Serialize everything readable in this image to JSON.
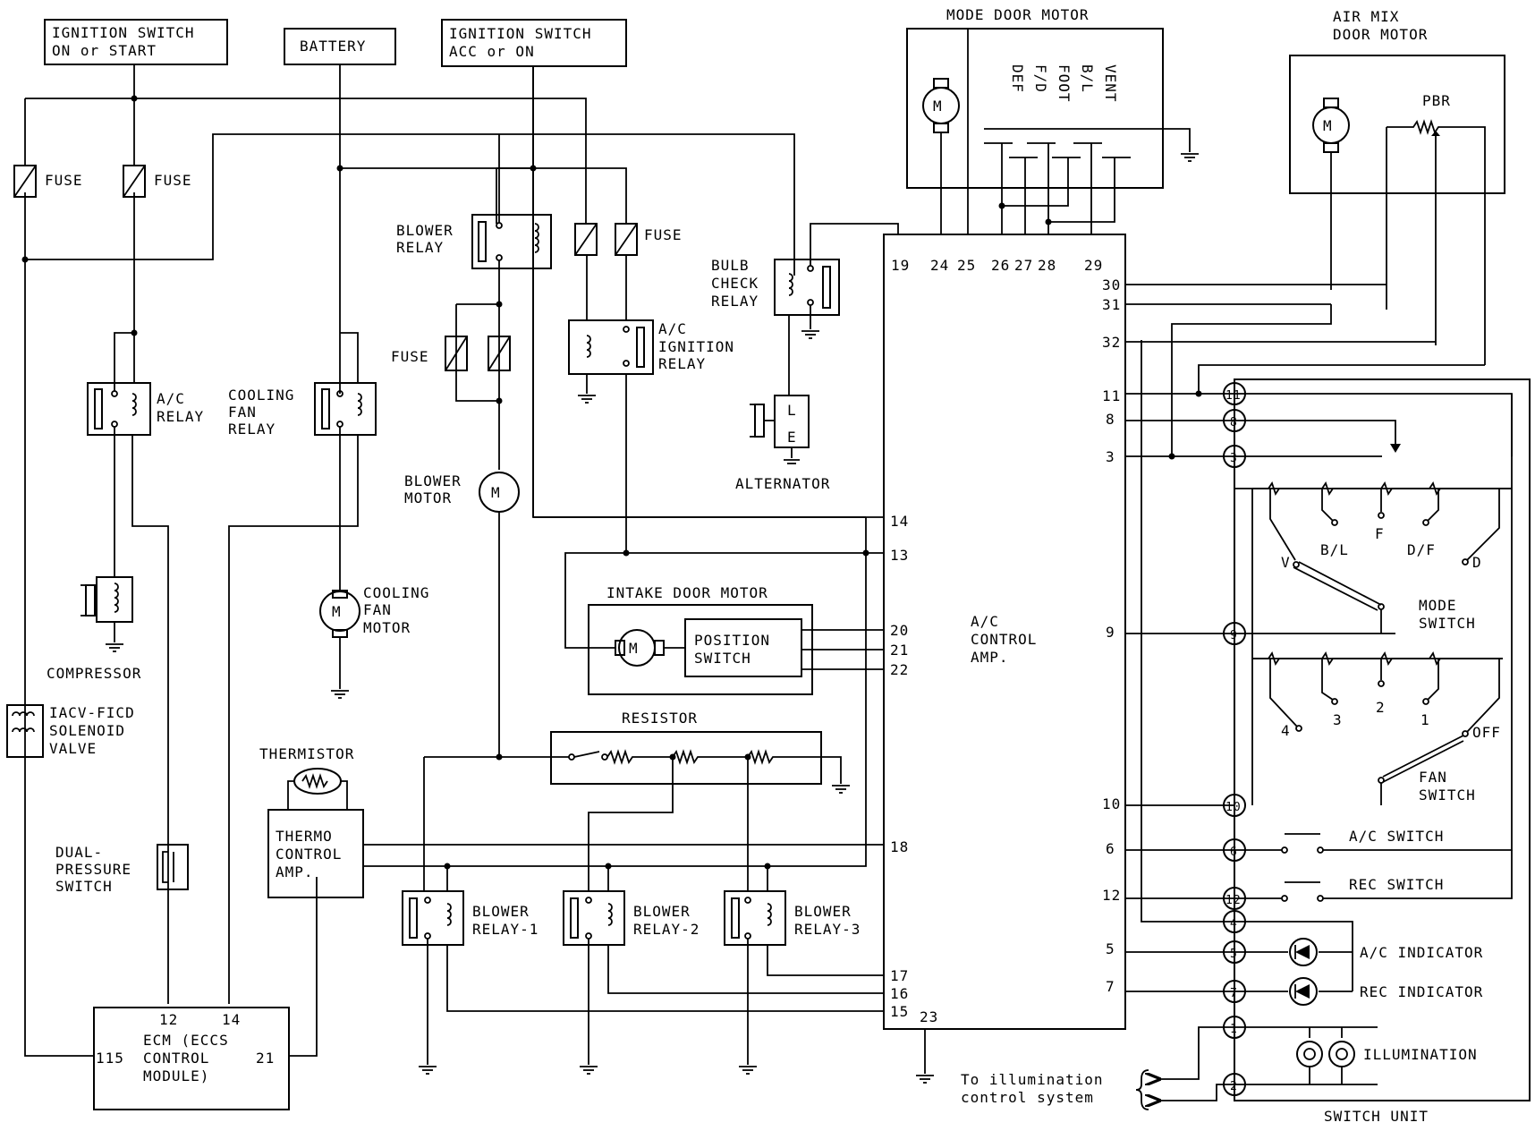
{
  "sources": {
    "ign_start": [
      "IGNITION SWITCH",
      "ON or START"
    ],
    "battery": "BATTERY",
    "ign_acc": [
      "IGNITION SWITCH",
      "ACC or ON"
    ]
  },
  "fuse": "FUSE",
  "blower_relay": [
    "BLOWER",
    "RELAY"
  ],
  "bulb_relay": [
    "BULB",
    "CHECK",
    "RELAY"
  ],
  "ac_ign_relay": [
    "A/C",
    "IGNITION",
    "RELAY"
  ],
  "ac_relay": [
    "A/C",
    "RELAY"
  ],
  "cooling_relay": [
    "COOLING",
    "FAN",
    "RELAY"
  ],
  "alternator": "ALTERNATOR",
  "alt_L": "L",
  "alt_E": "E",
  "blower_motor": [
    "BLOWER",
    "MOTOR"
  ],
  "compressor": "COMPRESSOR",
  "cooling_motor": [
    "COOLING",
    "FAN",
    "MOTOR"
  ],
  "intake_motor": "INTAKE DOOR MOTOR",
  "position_switch": [
    "POSITION",
    "SWITCH"
  ],
  "iacv": [
    "IACV-FICD",
    "SOLENOID",
    "VALVE"
  ],
  "dual_pressure": [
    "DUAL-",
    "PRESSURE",
    "SWITCH"
  ],
  "thermistor": "THERMISTOR",
  "thermo_amp": [
    "THERMO",
    "CONTROL",
    "AMP."
  ],
  "resistor": "RESISTOR",
  "blower_relays": [
    [
      "BLOWER",
      "RELAY-1"
    ],
    [
      "BLOWER",
      "RELAY-2"
    ],
    [
      "BLOWER",
      "RELAY-3"
    ]
  ],
  "ecm": [
    "ECM (ECCS",
    "CONTROL",
    "MODULE)"
  ],
  "ecm_pins": [
    "12",
    "14",
    "115",
    "21"
  ],
  "mode_door_motor": "MODE DOOR MOTOR",
  "mode_positions": [
    "DEF",
    "F/D",
    "FOOT",
    "B/L",
    "VENT"
  ],
  "air_mix": [
    "AIR MIX",
    "DOOR MOTOR"
  ],
  "pbr": "PBR",
  "motor_symbol": "M",
  "amp": [
    "A/C",
    "CONTROL",
    "AMP."
  ],
  "amp_top_pins": [
    "19",
    "24",
    "25",
    "26",
    "27",
    "28",
    "29"
  ],
  "amp_right_pins": [
    "30",
    "31",
    "32",
    "11",
    "8",
    "3",
    "9",
    "10",
    "6",
    "12",
    "5",
    "7"
  ],
  "amp_left_pins": [
    "14",
    "13",
    "20",
    "21",
    "22",
    "18",
    "17",
    "16",
    "15"
  ],
  "amp_bottom_pin": "23",
  "switch_nodes": [
    "11",
    "8",
    "3",
    "9",
    "10",
    "6",
    "12",
    "4",
    "5",
    "7",
    "1",
    "2"
  ],
  "mode_switch": [
    "MODE",
    "SWITCH"
  ],
  "mode_pos_labels": [
    "B/L",
    "F",
    "D/F",
    "D",
    "V"
  ],
  "fan_switch": [
    "FAN",
    "SWITCH"
  ],
  "fan_pos_labels": [
    "4",
    "3",
    "2",
    "1",
    "OFF"
  ],
  "ac_switch": "A/C SWITCH",
  "rec_switch": "REC SWITCH",
  "ac_indicator": "A/C INDICATOR",
  "rec_indicator": "REC INDICATOR",
  "illumination": "ILLUMINATION",
  "illum_ctrl": [
    "To illumination",
    "control system"
  ],
  "switch_unit": "SWITCH UNIT"
}
